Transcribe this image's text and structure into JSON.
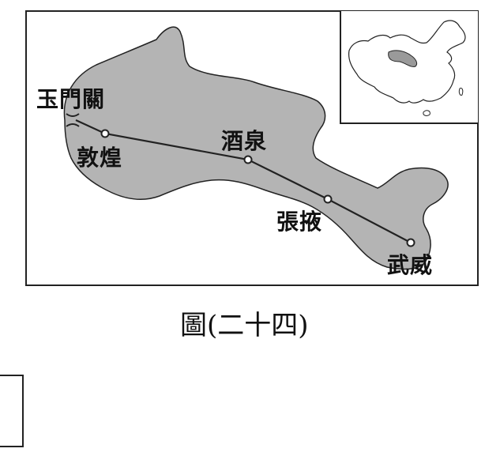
{
  "caption": "圖(二十四)",
  "places": {
    "yumenguan": "玉門關",
    "dunhuang": "敦煌",
    "jiuquan": "酒泉",
    "zhangye": "張掖",
    "wuwei": "武威"
  },
  "colors": {
    "region_fill": "#b4b4b4",
    "outline": "#222222",
    "route": "#222222",
    "inset_highlight": "#9a9a9a"
  },
  "icons": {
    "pass": "pass-symbol-icon",
    "city": "city-dot-icon"
  }
}
